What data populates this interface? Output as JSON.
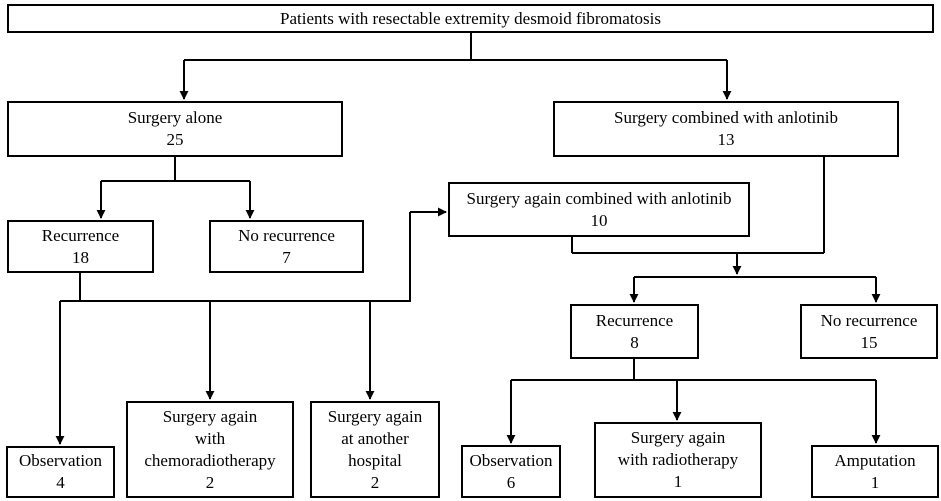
{
  "title": "Patients with resectable extremity desmoid fibromatosis",
  "surgery_alone": {
    "label": "Surgery alone",
    "count": "25"
  },
  "surgery_anlotinib": {
    "label": "Surgery combined with anlotinib",
    "count": "13"
  },
  "left_recurrence": {
    "label": "Recurrence",
    "count": "18"
  },
  "left_no_recurrence": {
    "label": "No recurrence",
    "count": "7"
  },
  "surgery_again_anlotinib": {
    "label": "Surgery again combined with anlotinib",
    "count": "10"
  },
  "right_recurrence": {
    "label": "Recurrence",
    "count": "8"
  },
  "right_no_recurrence": {
    "label": "No recurrence",
    "count": "15"
  },
  "left_observation": {
    "label": "Observation",
    "count": "4"
  },
  "surgery_chemoradiotherapy": {
    "line1": "Surgery again",
    "line2": "with",
    "line3": "chemoradiotherapy",
    "count": "2"
  },
  "surgery_another_hospital": {
    "line1": "Surgery again",
    "line2": "at another",
    "line3": "hospital",
    "count": "2"
  },
  "right_observation": {
    "label": "Observation",
    "count": "6"
  },
  "surgery_radiotherapy": {
    "line1": "Surgery again",
    "line2": "with radiotherapy",
    "count": "1"
  },
  "amputation": {
    "label": "Amputation",
    "count": "1"
  }
}
